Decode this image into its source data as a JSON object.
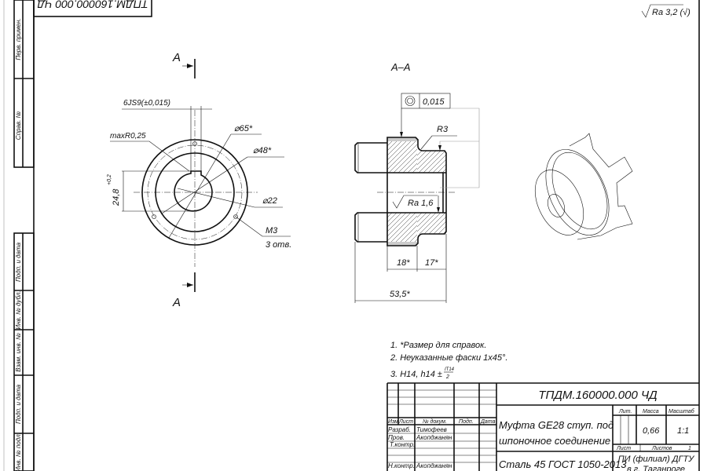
{
  "stamp": {
    "code": "ТПДМ.160000.000 ЧД"
  },
  "roughness_general": "Ra 3,2 (√)",
  "margin": {
    "labels": [
      "Перв. примен.",
      "Справ. №",
      "Подп. и дата",
      "Инв. № дубл.",
      "Взам. инв. №",
      "Подп. и дата",
      "Инв. № подл."
    ]
  },
  "front_view": {
    "section_letter": "А",
    "keyway": "6JS9(±0,015)",
    "fillet": "maxR0,25",
    "d65": "⌀65*",
    "d48": "⌀48*",
    "d22": "⌀22",
    "height": "24,8",
    "height_tol": "+0,2",
    "thread": "M3",
    "thread_count": "3 отв."
  },
  "section_view": {
    "title": "А–А",
    "tolerance": "0,015",
    "radius": "R3",
    "roughness": "Ra 1,6",
    "dim_a": "18*",
    "dim_b": "17*",
    "dim_total": "53,5*"
  },
  "notes": {
    "n1": "1. *Размер для справок.",
    "n2": "2. Неуказанные фаски 1х45°.",
    "n3": "3. H14, h14 ±",
    "n3_num": "IT14",
    "n3_den": "2"
  },
  "title_block": {
    "code": "ТПДМ.160000.000 ЧД",
    "name_line1": "Муфта GE28 ступ. под",
    "name_line2": "шпоночное соединение",
    "material": "Сталь 45 ГОСТ 1050-2013",
    "headers": {
      "izm": "Изм",
      "list": "Лист",
      "doc": "№ докум.",
      "sign": "Подп.",
      "date": "Дата"
    },
    "rows": [
      {
        "role": "Разраб.",
        "name": "Тимофеев"
      },
      {
        "role": "Пров.",
        "name": "Акопджанян"
      },
      {
        "role": "Т.контр.",
        "name": ""
      },
      {
        "role": "Н.контр.",
        "name": "Акопджанян"
      }
    ],
    "lit_label": "Лит.",
    "mass_label": "Масса",
    "scale_label": "Масштаб",
    "mass": "0,66",
    "scale": "1:1",
    "sheet_label": "Лист",
    "sheets_label": "Листов",
    "sheets": "1",
    "org_line1": "ПИ (филиал) ДГТУ",
    "org_line2": "в г. Таганроге"
  }
}
